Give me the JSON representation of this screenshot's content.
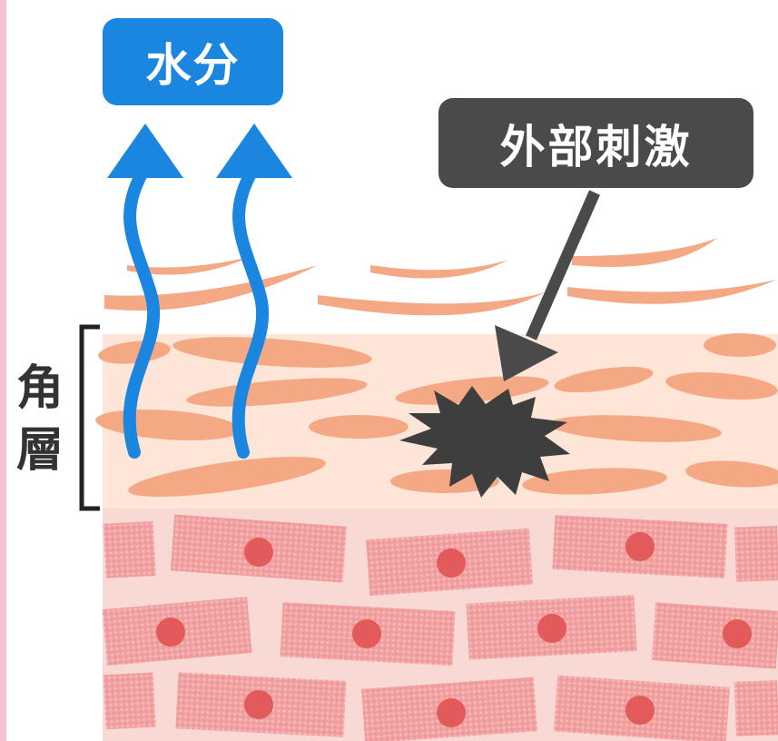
{
  "labels": {
    "water": "水分",
    "external_stimulus": "外部刺激",
    "stratum_corneum_1": "角",
    "stratum_corneum_2": "層"
  },
  "colors": {
    "water_blue": "#1a86df",
    "stimulus_dark": "#4a4a4a",
    "scale_orange": "#f5a884",
    "horny_layer_bg": "#fde5d8",
    "cell_pink": "#f2a0a0",
    "nucleus_red": "#e35a5a",
    "left_rule_pink": "#f7c3cf"
  }
}
